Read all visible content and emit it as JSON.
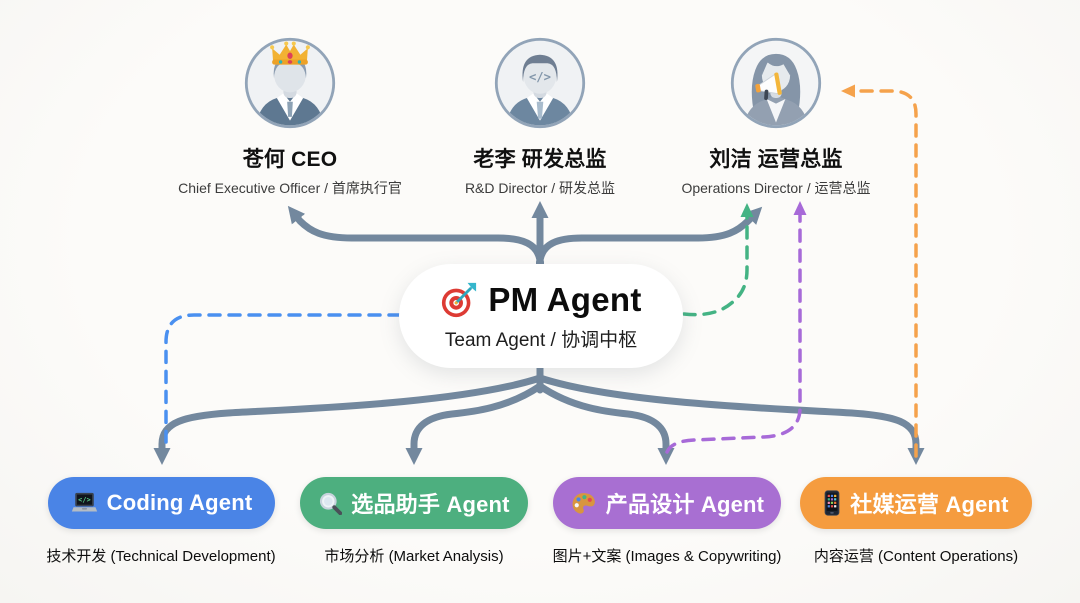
{
  "people": [
    {
      "name": "苍何 CEO",
      "subtitle": "Chief Executive Officer / 首席执行官",
      "icon": "crown-avatar-icon"
    },
    {
      "name": "老李 研发总监",
      "subtitle": "R&D Director / 研发总监",
      "icon": "code-avatar-icon"
    },
    {
      "name": "刘洁 运营总监",
      "subtitle": "Operations Director / 运营总监",
      "icon": "megaphone-avatar-icon"
    }
  ],
  "hub": {
    "title": "PM Agent",
    "subtitle": "Team Agent / 协调中枢",
    "icon": "target-icon"
  },
  "agents": [
    {
      "label": "Coding Agent",
      "caption": "技术开发 (Technical Development)",
      "icon": "laptop-icon",
      "color": "#4a84e6"
    },
    {
      "label": "选品助手 Agent",
      "caption": "市场分析 (Market Analysis)",
      "icon": "magnifier-icon",
      "color": "#4daf7f"
    },
    {
      "label": "产品设计 Agent",
      "caption": "图片+文案 (Images & Copywriting)",
      "icon": "palette-icon",
      "color": "#a86fd2"
    },
    {
      "label": "社媒运营 Agent",
      "caption": "内容运营 (Content Operations)",
      "icon": "phone-icon",
      "color": "#f59c3f"
    }
  ],
  "edges": [
    {
      "from": "PM Agent",
      "to": "苍何 CEO",
      "style": "solid",
      "color": "#73889e"
    },
    {
      "from": "PM Agent",
      "to": "老李 研发总监",
      "style": "solid",
      "color": "#73889e"
    },
    {
      "from": "PM Agent",
      "to": "刘洁 运营总监",
      "style": "solid",
      "color": "#73889e"
    },
    {
      "from": "PM Agent",
      "to": "Coding Agent",
      "style": "solid",
      "color": "#73889e"
    },
    {
      "from": "PM Agent",
      "to": "选品助手 Agent",
      "style": "solid",
      "color": "#73889e"
    },
    {
      "from": "PM Agent",
      "to": "产品设计 Agent",
      "style": "solid",
      "color": "#73889e"
    },
    {
      "from": "PM Agent",
      "to": "社媒运营 Agent",
      "style": "solid",
      "color": "#73889e"
    },
    {
      "from": "PM Agent",
      "to": "Coding Agent",
      "style": "dashed",
      "color": "#4a90f0"
    },
    {
      "from": "PM Agent",
      "to": "刘洁 运营总监",
      "style": "dashed",
      "color": "#44b384"
    },
    {
      "from": "产品设计 Agent",
      "to": "刘洁 运营总监",
      "style": "dashed",
      "color": "#a76ad8"
    },
    {
      "from": "社媒运营 Agent",
      "to": "刘洁 运营总监",
      "style": "dashed",
      "color": "#f5a24c"
    }
  ],
  "colors": {
    "background": "#faf9f7",
    "solid_arrow": "#73889e",
    "agent_blue": "#4a84e6",
    "agent_green": "#4daf7f",
    "agent_purple": "#a86fd2",
    "agent_orange": "#f59c3f",
    "dashed_blue": "#4a90f0",
    "dashed_green": "#44b384",
    "dashed_purple": "#a76ad8",
    "dashed_orange": "#f5a24c",
    "avatar_ring": "#92a4b8"
  }
}
